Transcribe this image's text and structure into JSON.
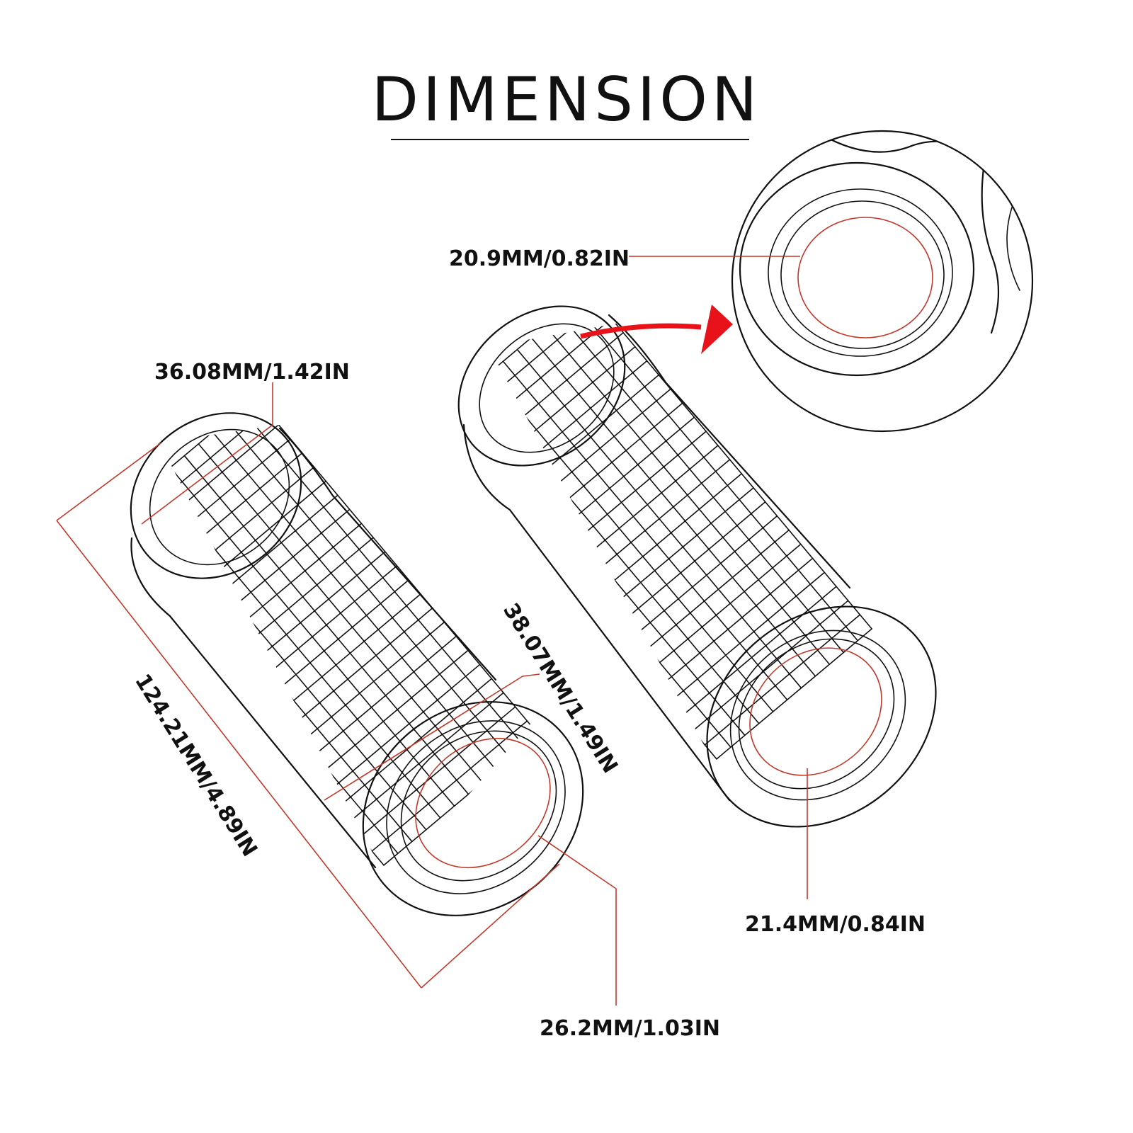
{
  "title": "DIMENSION",
  "colors": {
    "ink": "#111111",
    "dimension_line": "#c0392b",
    "arrow": "#e8131a"
  },
  "labels": {
    "inner_end_large": "20.9MM/0.82IN",
    "outer_top_diameter": "36.08MM/1.42IN",
    "outer_end_diameter": "38.07MM/1.49IN",
    "length": "124.21MM/4.89IN",
    "inner_diameter_left": "26.2MM/1.03IN",
    "inner_diameter_right": "21.4MM/0.84IN"
  }
}
